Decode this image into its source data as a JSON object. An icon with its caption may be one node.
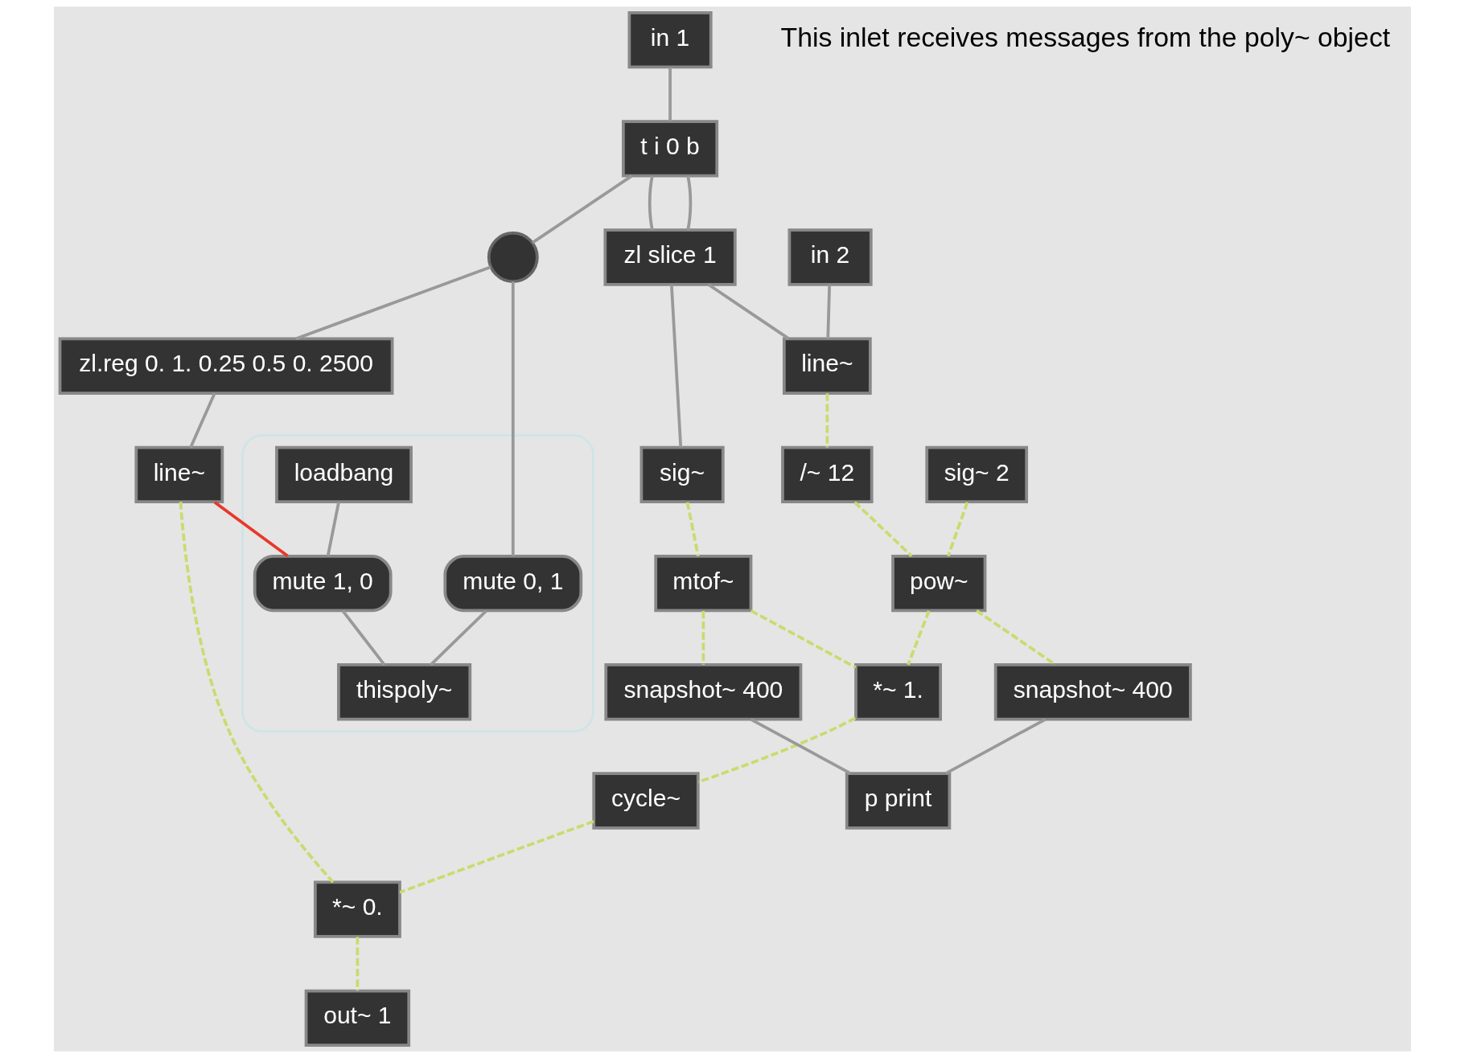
{
  "diagram": {
    "nodes": [
      {
        "text": [
          "in 1"
        ]
      },
      {
        "text": [
          "t i 0 b"
        ]
      },
      {
        "text": [
          "in 2"
        ]
      },
      {
        "text": [],
        "shape": "circle"
      },
      {
        "text": [
          "zl slice 1"
        ]
      },
      {
        "text": [
          "sig~"
        ]
      },
      {
        "text": [
          "mtof~"
        ]
      },
      {
        "text": [
          "zl.reg 0. 1. 0.25 0.5 0. 2500"
        ]
      },
      {
        "text": [],
        "shape": "box"
      },
      {
        "text": [
          "mute 0, 1"
        ],
        "in": 8
      },
      {
        "text": [
          "*~ 1."
        ]
      },
      {
        "text": [
          "line~"
        ]
      },
      {
        "text": [
          "loadbang"
        ],
        "in": 8
      },
      {
        "text": [
          "/~ 12"
        ]
      },
      {
        "text": [
          "sig~ 2"
        ]
      },
      {
        "text": [
          "cycle~"
        ]
      },
      {
        "text": [
          "pow~"
        ]
      },
      {
        "text": [
          "line~"
        ]
      },
      {
        "text": [
          "*~ 0."
        ]
      },
      {
        "text": [
          "mute 1, 0"
        ],
        "in": 8
      },
      {
        "text": [
          "thispoly~"
        ],
        "in": 8
      },
      {
        "text": [
          "out~ 1"
        ]
      },
      {
        "text": [
          "snapshot~ 400"
        ]
      },
      {
        "text": [
          "snapshot~ 400"
        ]
      },
      {
        "text": [
          "p print"
        ]
      }
    ],
    "edges": [
      {
        "from": 0,
        "to": 1,
        "arrow": "none"
      },
      {
        "from": 1,
        "to": 4,
        "arrow": "none"
      },
      {
        "from": 1,
        "to": 4,
        "arrow": "none"
      },
      {
        "from": 1,
        "to": 3,
        "arrow": "none"
      },
      {
        "from": 2,
        "to": 11,
        "arrow": "none"
      },
      {
        "from": 4,
        "to": 11,
        "arrow": "none"
      },
      {
        "from": 4,
        "to": 5,
        "arrow": "none"
      },
      {
        "from": 5,
        "to": 6,
        "arrow": "none",
        "style": "dashed",
        "color": "#c8dc6e"
      },
      {
        "from": 3,
        "to": 9,
        "arrow": "none"
      },
      {
        "from": 3,
        "to": 7,
        "arrow": "none"
      },
      {
        "from": 7,
        "to": 17,
        "arrow": "none"
      },
      {
        "from": 6,
        "to": 10,
        "arrow": "none",
        "style": "dashed",
        "color": "#c8dc6e"
      },
      {
        "from": 6,
        "to": 22,
        "arrow": "none",
        "style": "dashed",
        "color": "#c8dc6e"
      },
      {
        "from": 16,
        "to": 10,
        "arrow": "none",
        "style": "dashed",
        "color": "#c8dc6e"
      },
      {
        "from": 16,
        "to": 23,
        "arrow": "none",
        "style": "dashed",
        "color": "#c8dc6e"
      },
      {
        "from": 11,
        "to": 13,
        "arrow": "none",
        "style": "dashed",
        "color": "#c8dc6e"
      },
      {
        "from": 13,
        "to": 16,
        "arrow": "none",
        "style": "dashed",
        "color": "#c8dc6e"
      },
      {
        "from": 14,
        "to": 16,
        "arrow": "none",
        "style": "dashed",
        "color": "#c8dc6e"
      },
      {
        "from": 10,
        "to": 15,
        "arrow": "none",
        "style": "dashed",
        "color": "#c8dc6e"
      },
      {
        "from": 15,
        "to": 18,
        "arrow": "none",
        "style": "dashed",
        "color": "#c8dc6e"
      },
      {
        "from": 17,
        "to": 18,
        "arrow": "none",
        "style": "dashed",
        "color": "#c8dc6e"
      },
      {
        "from": 17,
        "to": 19,
        "arrow": "none",
        "color": "#e8392b"
      },
      {
        "from": 12,
        "to": 19,
        "arrow": "none"
      },
      {
        "from": 19,
        "to": 20,
        "arrow": "none"
      },
      {
        "from": 9,
        "to": 20,
        "arrow": "none"
      },
      {
        "from": 18,
        "to": 21,
        "arrow": "none",
        "style": "dashed",
        "color": "#c8dc6e"
      },
      {
        "from": 22,
        "to": 24,
        "arrow": "none"
      },
      {
        "from": 23,
        "to": 24,
        "arrow": "none"
      }
    ],
    "labels": [
      "This inlet receives messages from the poly~ object"
    ]
  }
}
